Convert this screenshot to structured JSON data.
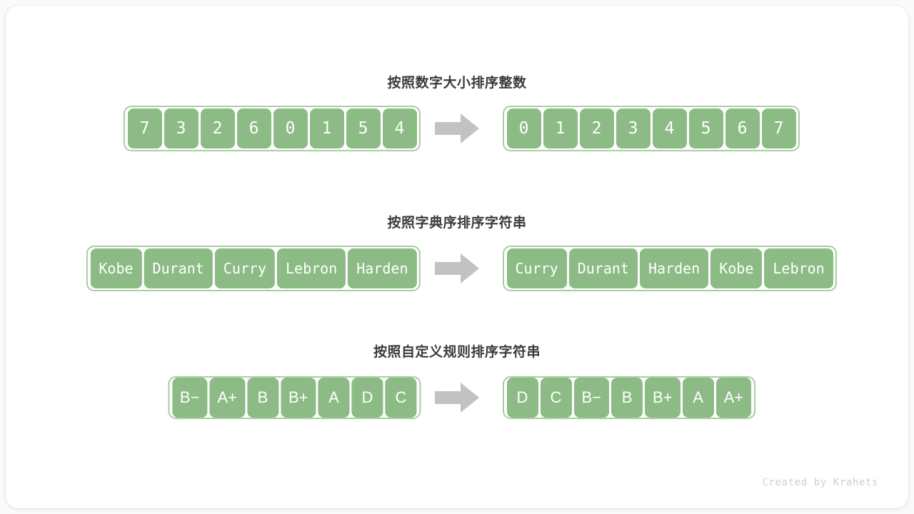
{
  "diagram": {
    "footer": "Created by Krahets",
    "arrow_color": "#c2c2c2",
    "cell_color": "#8cbb85",
    "border_color": "#a7cfa0",
    "title_color": "#3b3b3b",
    "sections": [
      {
        "title": "按照数字大小排序整数",
        "kind": "num",
        "input": [
          "7",
          "3",
          "2",
          "6",
          "0",
          "1",
          "5",
          "4"
        ],
        "output": [
          "0",
          "1",
          "2",
          "3",
          "4",
          "5",
          "6",
          "7"
        ]
      },
      {
        "title": "按照字典序排序字符串",
        "kind": "str",
        "input": [
          "Kobe",
          "Durant",
          "Curry",
          "Lebron",
          "Harden"
        ],
        "output": [
          "Curry",
          "Durant",
          "Harden",
          "Kobe",
          "Lebron"
        ]
      },
      {
        "title": "按照自定义规则排序字符串",
        "kind": "grade",
        "input": [
          "B−",
          "A+",
          "B",
          "B+",
          "A",
          "D",
          "C"
        ],
        "output": [
          "D",
          "C",
          "B−",
          "B",
          "B+",
          "A",
          "A+"
        ]
      }
    ]
  }
}
